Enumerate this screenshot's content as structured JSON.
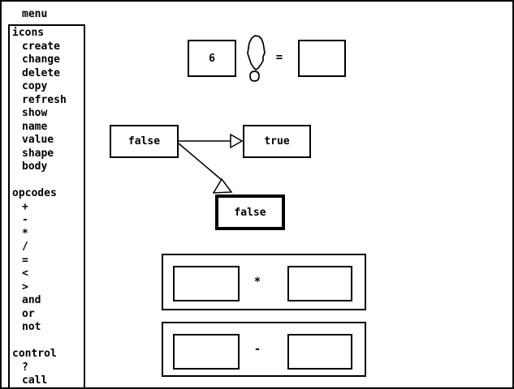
{
  "colors": {
    "foreground": "#000000",
    "background": "#ffffff"
  },
  "menu": {
    "label": "menu"
  },
  "palette": {
    "sections": [
      {
        "title": "icons",
        "items": [
          "create",
          "change",
          "delete",
          "copy",
          "refresh",
          "show",
          "name",
          "value",
          "shape",
          "body"
        ]
      },
      {
        "title": "opcodes",
        "items": [
          "+",
          "-",
          "*",
          "/",
          "=",
          "<",
          ">",
          "and",
          "or",
          "not"
        ]
      },
      {
        "title": "control",
        "items": [
          "?",
          "call"
        ]
      }
    ]
  },
  "canvas": {
    "number_box": {
      "value": "6"
    },
    "bang_icon": "exclamation-icon",
    "equals_sign": "=",
    "result_box": {
      "value": ""
    },
    "false_box": {
      "label": "false"
    },
    "true_box": {
      "label": "true"
    },
    "selected_false_box": {
      "label": "false"
    },
    "multiply_frame": {
      "operator": "*"
    },
    "subtract_frame": {
      "operator": "-"
    }
  }
}
